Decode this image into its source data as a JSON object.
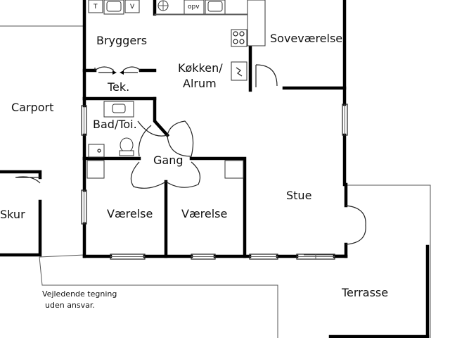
{
  "rooms": {
    "bryggers": "Bryggers",
    "kokken_line1": "Køkken/",
    "kokken_line2": "Alrum",
    "sovevaerelse": "Soveværelse",
    "tek": "Tek.",
    "carport": "Carport",
    "bad": "Bad/Toi.",
    "gang": "Gang",
    "stue": "Stue",
    "skur": "Skur",
    "vaerelse_left": "Værelse",
    "vaerelse_right": "Værelse",
    "terrasse": "Terrasse"
  },
  "fixtures": {
    "t": "T",
    "v": "V",
    "opv": "opv"
  },
  "note": {
    "line1": "Vejledende tegning",
    "line2": "uden ansvar."
  },
  "colors": {
    "wall": "#000000",
    "thin_line": "#555555",
    "background": "#ffffff"
  }
}
